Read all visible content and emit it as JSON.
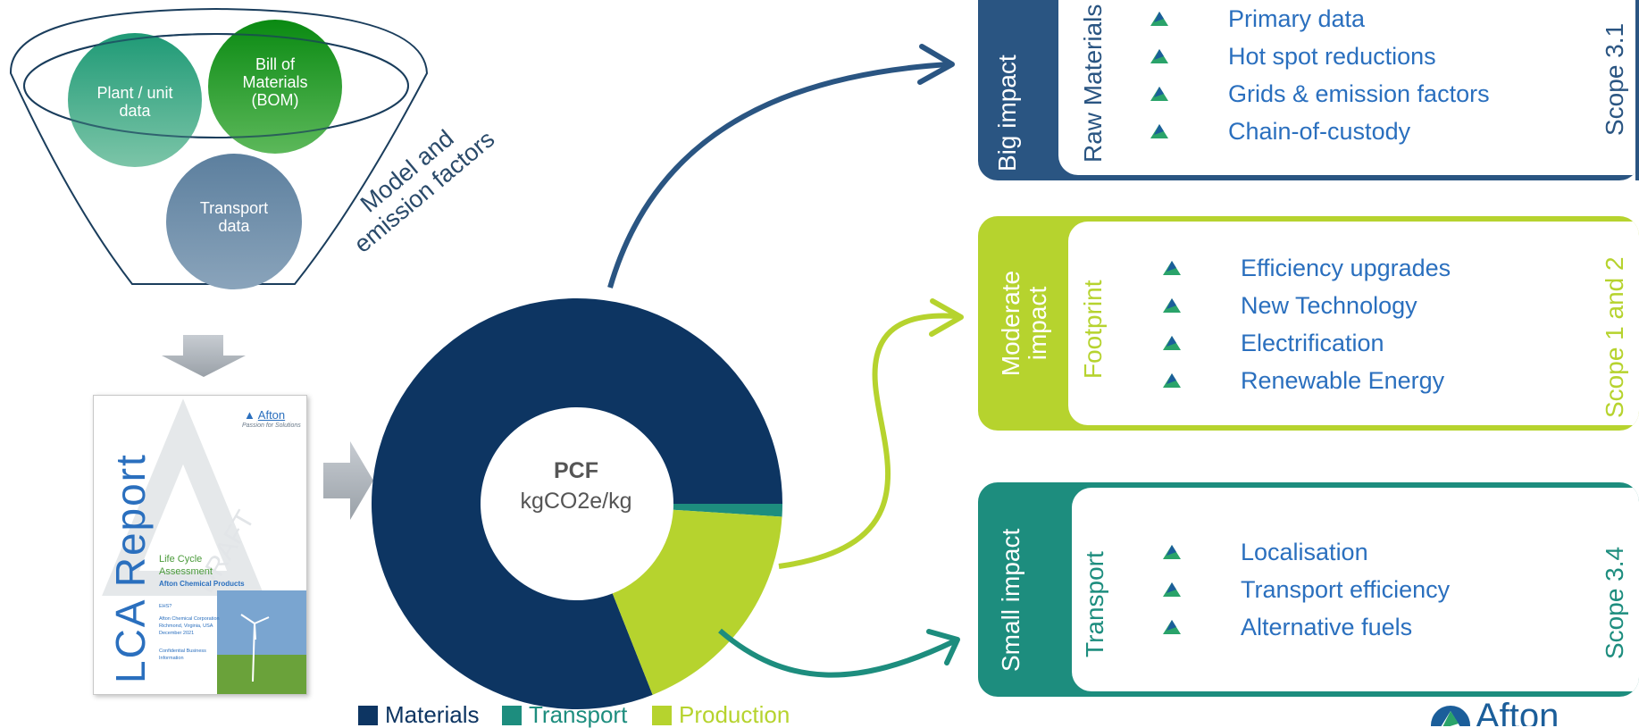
{
  "funnel": {
    "plant_label": "Plant / unit data",
    "bom_label": "Bill of Materials (BOM)",
    "transport_label": "Transport data",
    "model_label_line1": "Model and",
    "model_label_line2": "emission factors"
  },
  "report": {
    "brand": "Afton",
    "tagline": "Passion for Solutions",
    "title": "LCA Report",
    "watermark": "DRAFT",
    "subtitle_1": "Life Cycle",
    "subtitle_2": "Assessment",
    "subtitle_3": "Afton Chemical Products",
    "line_a": "EHS?",
    "line_b": "Afton Chemical Corporation",
    "line_c": "Richmond, Virginia, USA",
    "line_d": "December 2021",
    "line_e": "Confidential Business",
    "line_f": "Information"
  },
  "chart_data": {
    "type": "pie",
    "title": "PCF",
    "subtitle": "kgCO2e/kg",
    "labels": [
      "Materials",
      "Transport",
      "Production"
    ],
    "values": [
      81,
      1,
      18
    ],
    "colors": [
      "#0d3562",
      "#1d8d7e",
      "#b6d32e"
    ]
  },
  "panels": [
    {
      "impact": "Big impact",
      "category": "Raw Materials",
      "scope": "Scope 3.1",
      "color": "#2a5582",
      "items": [
        "Primary data",
        "Hot spot reductions",
        "Grids & emission factors",
        "Chain-of-custody"
      ]
    },
    {
      "impact_line1": "Moderate",
      "impact_line2": "impact",
      "category": "Footprint",
      "scope": "Scope 1 and 2",
      "color": "#b6d32e",
      "items": [
        "Efficiency upgrades",
        "New Technology",
        "Electrification",
        "Renewable Energy"
      ]
    },
    {
      "impact": "Small impact",
      "category": "Transport",
      "scope": "Scope 3.4",
      "color": "#1d8d7e",
      "items": [
        "Localisation",
        "Transport efficiency",
        "Alternative fuels"
      ]
    }
  ],
  "footer_logo": "Afton"
}
